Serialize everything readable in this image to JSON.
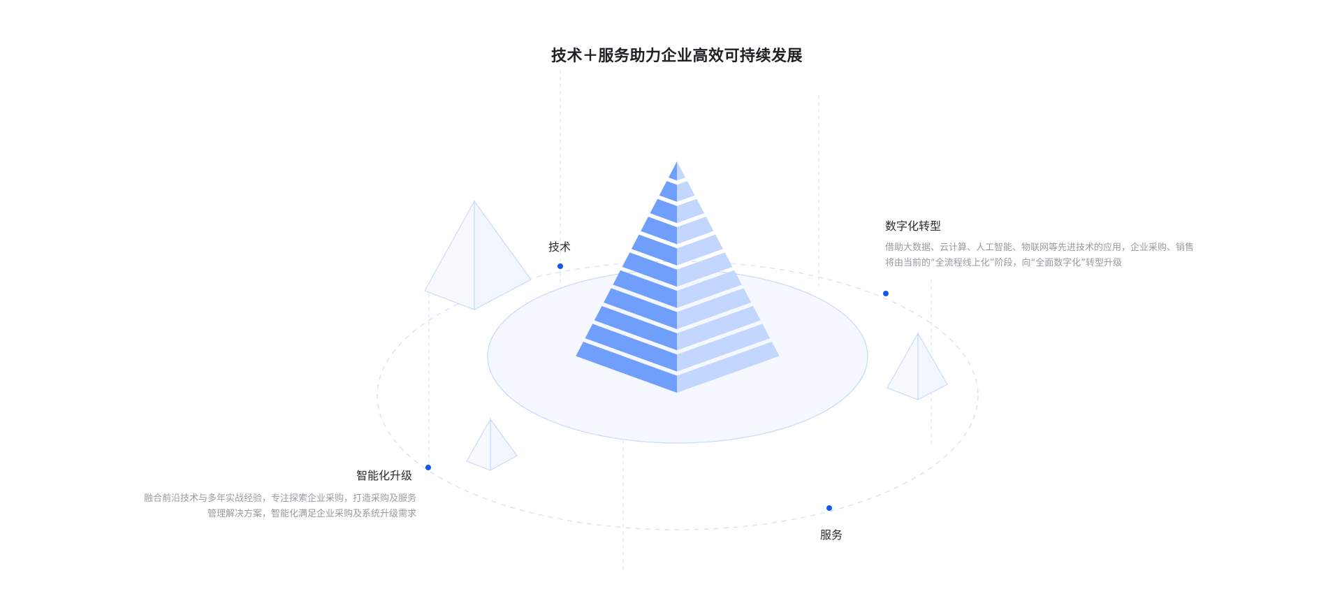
{
  "title": "技术＋服务助力企业高效可持续发展",
  "labels": {
    "tech": "技术",
    "service": "服务"
  },
  "digital": {
    "title": "数字化转型",
    "lines": [
      "借助大数据、云计算、人工智能、物联网等先进技术的应用，企业采购、销售",
      "将由当前的“全流程线上化”阶段，向“全面数字化”转型升级"
    ]
  },
  "smart": {
    "title": "智能化升级",
    "lines": [
      "融合前沿技术与多年实战经验，专注探索企业采购，打造采购及服务",
      "管理解决方案，智能化满足企业采购及系统升级需求"
    ]
  },
  "colors": {
    "pyramid_left": "#6f9ffb",
    "pyramid_right": "#c3d6fd",
    "dot": "#1456f0",
    "disc_fill": "#f5f8fe",
    "disc_stroke": "#c9daf8",
    "dashed": "#d8e2f4"
  }
}
